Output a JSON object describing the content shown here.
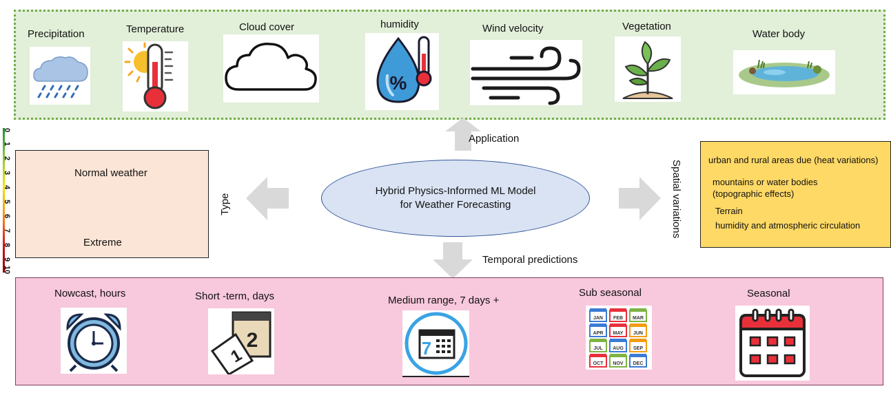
{
  "application_items": [
    {
      "label": "Precipitation",
      "icon": "rain-cloud-icon"
    },
    {
      "label": "Temperature",
      "icon": "thermometer-sun-icon"
    },
    {
      "label": "Cloud cover",
      "icon": "cloud-icon"
    },
    {
      "label": "humidity",
      "icon": "humidity-drop-icon"
    },
    {
      "label": "Wind velocity",
      "icon": "wind-icon"
    },
    {
      "label": "Vegetation",
      "icon": "plant-icon"
    },
    {
      "label": "Water body",
      "icon": "pond-icon"
    }
  ],
  "arrows": {
    "application": "Application",
    "type": "Type",
    "spatial": "Spatial variations",
    "temporal": "Temporal predictions"
  },
  "center": {
    "line1": "Hybrid Physics-Informed ML Model",
    "line2": "for Weather Forecasting"
  },
  "type_box": {
    "normal": "Normal weather",
    "extreme": "Extreme"
  },
  "scale": [
    "0",
    "1",
    "2",
    "3",
    "4",
    "5",
    "6",
    "7",
    "8",
    "9",
    "10"
  ],
  "spatial_items": [
    "urban and rural areas due (heat variations)",
    "mountains or water bodies",
    "(topographic effects)",
    "Terrain",
    "humidity and atmospheric circulation"
  ],
  "temporal_items": [
    {
      "label": "Nowcast, hours",
      "icon": "alarm-clock-icon"
    },
    {
      "label": "Short -term, days",
      "icon": "tear-off-calendar-icon"
    },
    {
      "label": "Medium range, 7 days +",
      "icon": "calendar-7-icon"
    },
    {
      "label": "Sub seasonal",
      "icon": "months-grid-icon"
    },
    {
      "label": "Seasonal",
      "icon": "calendar-icon"
    }
  ],
  "months": [
    "JAN",
    "FEB",
    "MAR",
    "APR",
    "MAY",
    "JUN",
    "JUL",
    "AUG",
    "SEP",
    "OCT",
    "NOV",
    "DEC"
  ],
  "calendar_digits": {
    "big": "7",
    "tear_front": "1",
    "tear_back": "2"
  },
  "colors": {
    "top_panel": "#e2efd9",
    "top_border": "#70ad47",
    "bottom_panel": "#f8c8dc",
    "type_box": "#fbe5d6",
    "spatial_box": "#ffd966",
    "ellipse_fill": "#dae3f3",
    "ellipse_stroke": "#2f5597",
    "arrow": "#d9d9d9"
  }
}
